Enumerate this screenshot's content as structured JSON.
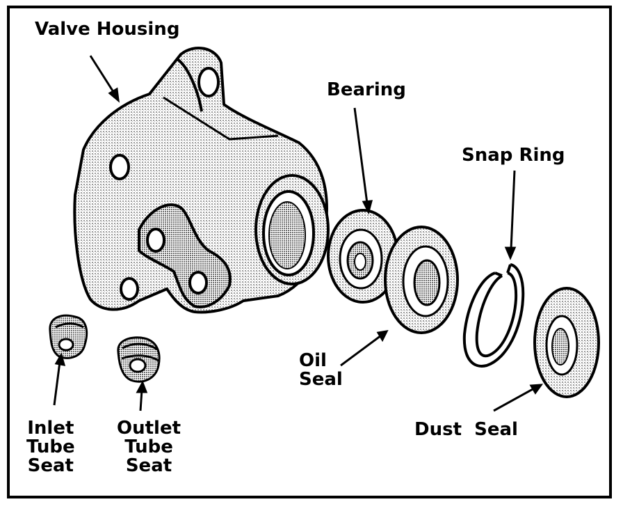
{
  "colors": {
    "ink": "#000000",
    "paper": "#ffffff",
    "shade": "#c8c8c8"
  },
  "labels": {
    "valve_housing": "Valve Housing",
    "bearing": "Bearing",
    "snap_ring": "Snap Ring",
    "oil_seal": [
      "Oil",
      "Seal"
    ],
    "dust_seal": "Dust  Seal",
    "inlet_tube_seat": [
      "Inlet",
      "Tube",
      "Seat"
    ],
    "outlet_tube_seat": [
      "Outlet",
      "Tube",
      "Seat"
    ]
  }
}
